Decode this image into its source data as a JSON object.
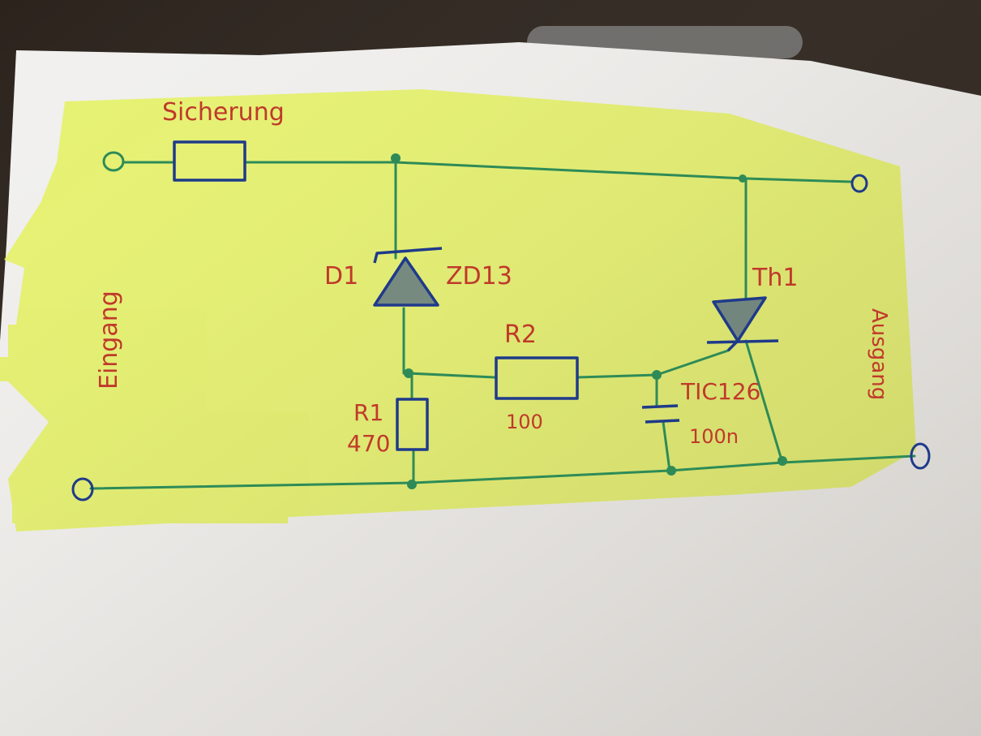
{
  "diagram": {
    "colors": {
      "background": "#2b231c",
      "paper": "#f1f0ee",
      "highlight": "#e4f25a",
      "wire": "#2e8b57",
      "component": "#1f3a8a",
      "label": "#c0392b"
    },
    "labels": {
      "fuse": "Sicherung",
      "input": "Eingang",
      "output": "Ausgang",
      "zener_name": "D1",
      "zener_value": "ZD13",
      "r1_name": "R1",
      "r1_value": "470",
      "r2_name": "R2",
      "r2_value": "100",
      "thyristor_name": "Th1",
      "thyristor_type": "TIC126",
      "capacitor_value": "100n"
    }
  }
}
